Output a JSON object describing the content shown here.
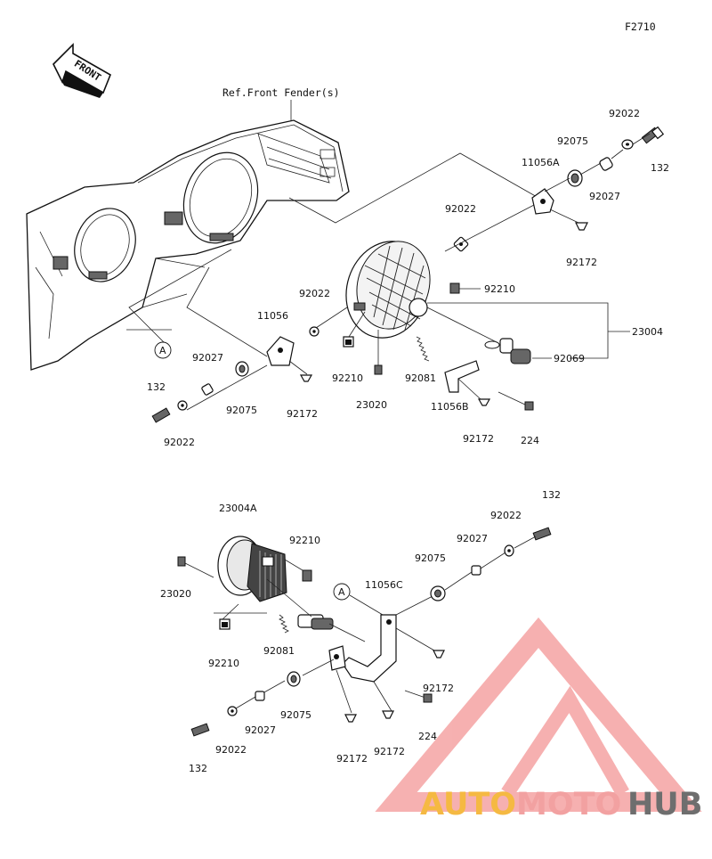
{
  "figure_code": "F2710",
  "front_arrow_label": "FRONT",
  "ref_label": "Ref.Front Fender(s)",
  "callout": "A",
  "upper": {
    "p92022_tr": "92022",
    "p92075_tr": "92075",
    "p11056A": "11056A",
    "p132_tr": "132",
    "p92027_tr": "92027",
    "p92022_mid": "92022",
    "p92172_tr": "92172",
    "p92210_r": "92210",
    "p23004": "23004",
    "p92069": "92069",
    "p92022_l": "92022",
    "p11056": "11056",
    "p92027_l": "92027",
    "p132_l": "132",
    "p92075_l": "92075",
    "p92172_l": "92172",
    "p92022_bl": "92022",
    "p92210_c": "92210",
    "p23020": "23020",
    "p92081": "92081",
    "p11056B": "11056B",
    "p92172_b": "92172",
    "p224": "224"
  },
  "lower": {
    "p23004A": "23004A",
    "p92210_t": "92210",
    "p23020": "23020",
    "p92210_b": "92210",
    "p92081": "92081",
    "p132_tr": "132",
    "p92022_tr": "92022",
    "p92027_tr": "92027",
    "p92075_tr": "92075",
    "p11056C": "11056C",
    "p92172_r": "92172",
    "p224": "224",
    "p92075_l": "92075",
    "p92027_l": "92027",
    "p92022_l": "92022",
    "p132_l": "132",
    "p92172_l": "92172",
    "p92172_m": "92172"
  },
  "watermark": {
    "auto": "AUTO",
    "moto": "MOTO",
    "hub": "HUB",
    "colors": {
      "auto": "#f5b942",
      "moto": "#f2a1a1",
      "hub": "#6e6e6e",
      "triangle": "#f5a6a6"
    }
  }
}
